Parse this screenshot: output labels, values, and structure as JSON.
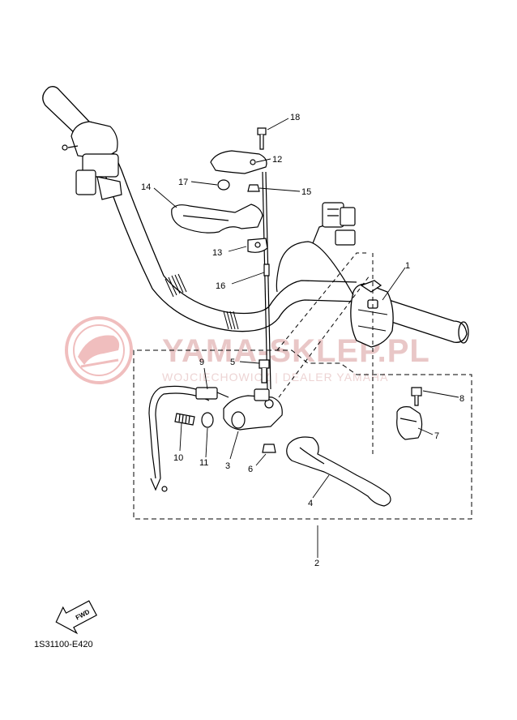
{
  "diagram": {
    "callouts": [
      "1",
      "2",
      "3",
      "4",
      "5",
      "6",
      "7",
      "8",
      "9",
      "10",
      "11",
      "12",
      "13",
      "14",
      "15",
      "16",
      "17",
      "18"
    ],
    "drawing_code": "1S31100-E420",
    "fwd_label": "FWD",
    "watermark": {
      "main": "YAMA-SKLEP.PL",
      "sub": "WOJCIECHOWICZ | DEALER YAMAHA"
    }
  }
}
